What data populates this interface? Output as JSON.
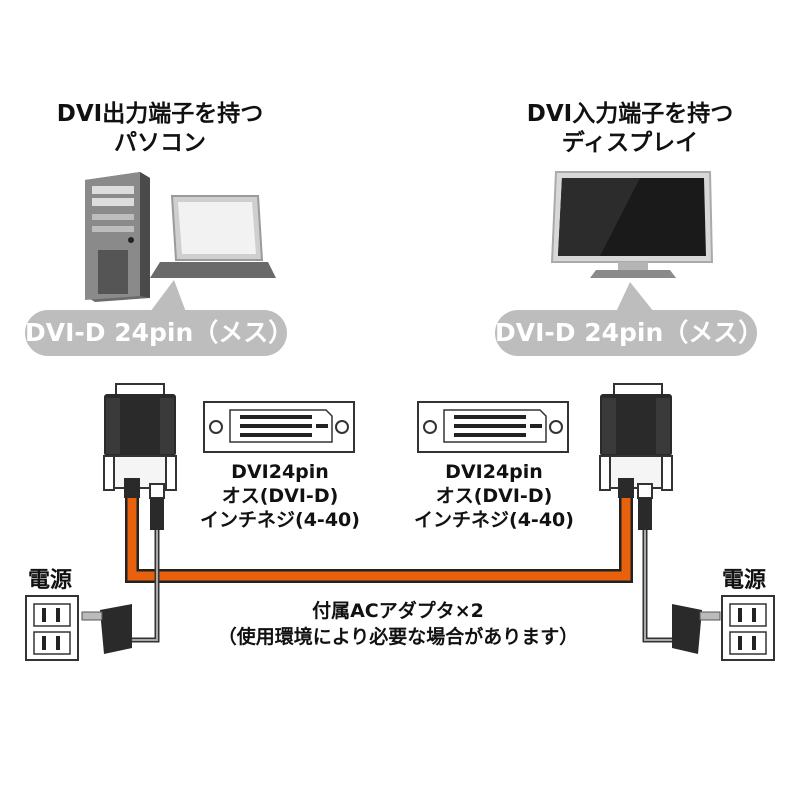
{
  "left_device": {
    "title_line1": "DVI出力端子を持つ",
    "title_line2": "パソコン",
    "connector_label": "DVI-D 24pin（メス）"
  },
  "right_device": {
    "title_line1": "DVI入力端子を持つ",
    "title_line2": "ディスプレイ",
    "connector_label": "DVI-D 24pin（メス）"
  },
  "left_plug": {
    "line1": "DVI24pin",
    "line2": "オス(DVI-D)",
    "line3": "インチネジ(4-40)"
  },
  "right_plug": {
    "line1": "DVI24pin",
    "line2": "オス(DVI-D)",
    "line3": "インチネジ(4-40)"
  },
  "power": {
    "left_label": "電源",
    "right_label": "電源"
  },
  "adapter_note": {
    "line1": "付属ACアダプタ×2",
    "line2": "（使用環境により必要な場合があります）"
  },
  "colors": {
    "cable": "#e8620e",
    "pill": "#bdbdbd",
    "connector": "#2a2a2a"
  }
}
